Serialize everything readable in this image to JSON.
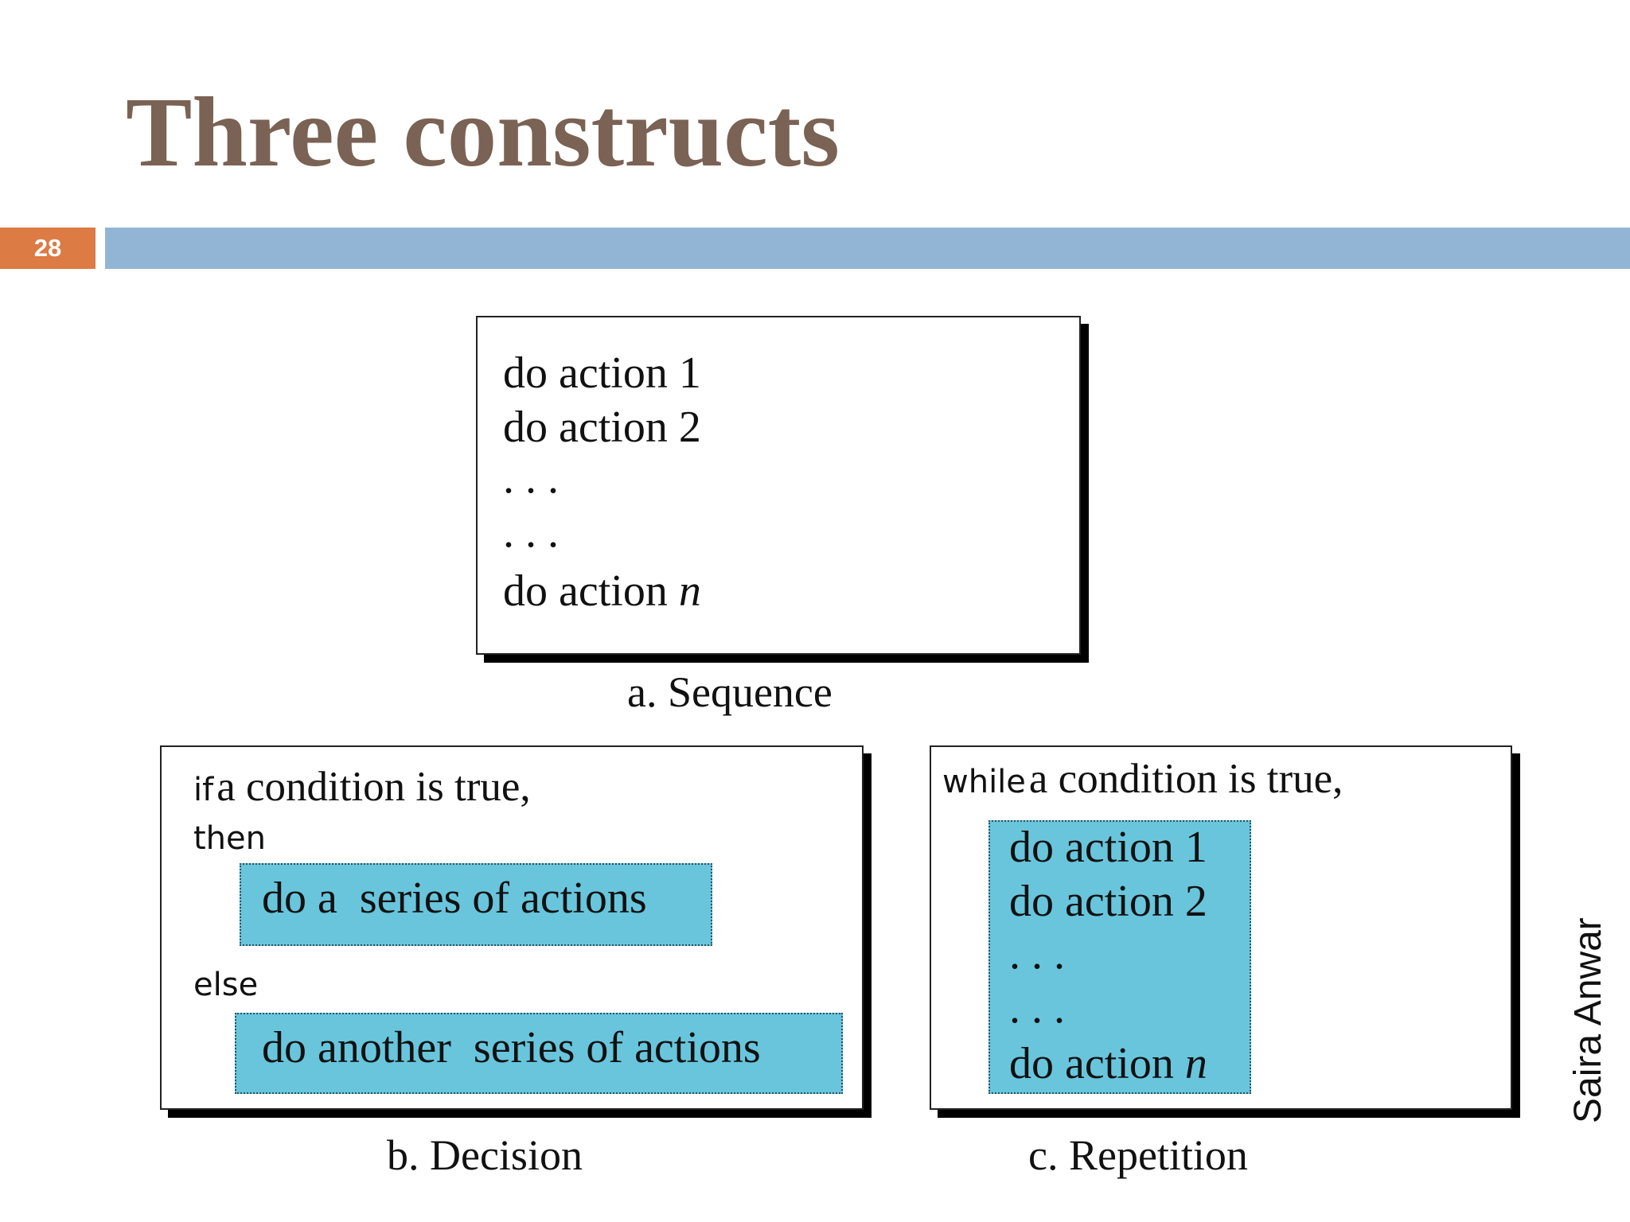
{
  "slide": {
    "title": "Three constructs",
    "page_number": "28",
    "author": "Saira Anwar"
  },
  "sequence": {
    "lines": [
      "do action 1",
      "do action 2",
      ". . .",
      ". . .",
      "do action "
    ],
    "italic_n": "n",
    "caption": "a. Sequence"
  },
  "decision": {
    "if_text": "if",
    "condition_text": "a condition is true,",
    "then_text": "then",
    "then_action": "do a  series of actions",
    "else_text": "else",
    "else_action": "do another  series of actions",
    "caption": "b. Decision"
  },
  "repetition": {
    "while_text": "while",
    "condition_text": "a condition is true,",
    "lines": [
      "do action 1",
      "do action 2",
      ". . .",
      ". . .",
      "do action "
    ],
    "italic_n": "n",
    "caption": "c. Repetition"
  },
  "colors": {
    "title": "#7a6254",
    "page_badge": "#dc7b43",
    "title_bar": "#93b5d5",
    "action_block": "#68c5dc"
  }
}
